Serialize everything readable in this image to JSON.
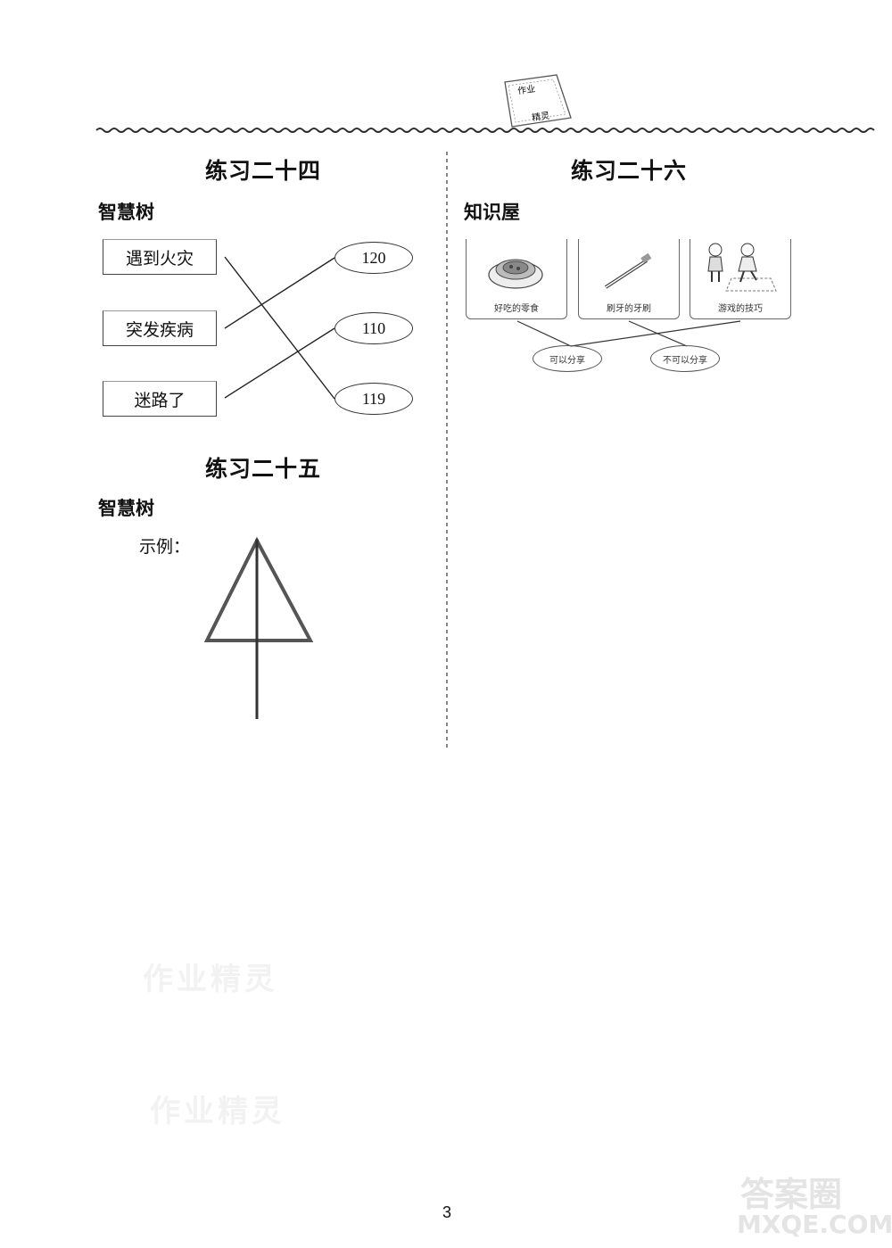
{
  "header_stamp": {
    "line1": "作业",
    "line2": "精灵"
  },
  "left": {
    "ex24": {
      "title": "练习二十四",
      "section": "智慧树",
      "boxes": [
        "遇到火灾",
        "突发疾病",
        "迷路了"
      ],
      "ovals": [
        "120",
        "110",
        "119"
      ]
    },
    "ex25": {
      "title": "练习二十五",
      "section": "智慧树",
      "example_label": "示例："
    }
  },
  "right": {
    "ex26": {
      "title": "练习二十六",
      "section": "知识屋",
      "cards": [
        "好吃的零食",
        "刷牙的牙刷",
        "游戏的技巧"
      ],
      "ovals": [
        "可以分享",
        "不可以分享"
      ]
    }
  },
  "faded_text": [
    "作业精灵",
    "作业精灵"
  ],
  "page_number": "3",
  "watermark": {
    "top": "答案圈",
    "bottom": "MXQE.COM"
  }
}
